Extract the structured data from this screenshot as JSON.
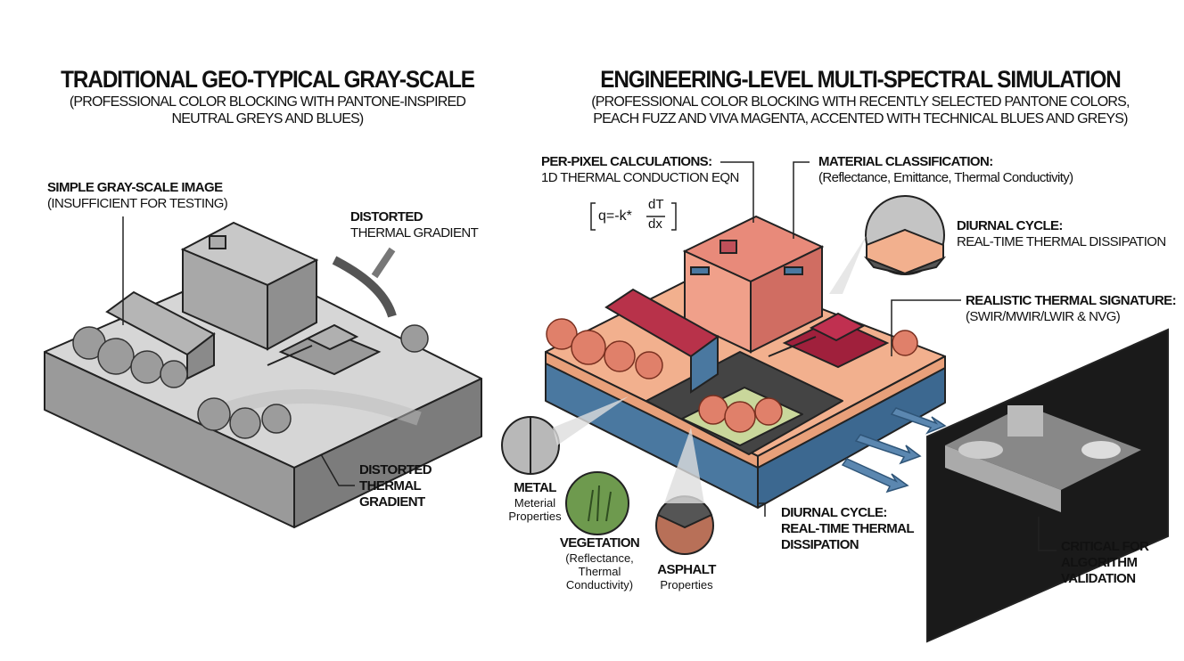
{
  "left": {
    "title": "TRADITIONAL GEO-TYPICAL GRAY-SCALE",
    "subtitle_1": "(PROFESSIONAL COLOR BLOCKING WITH PANTONE-INSPIRED",
    "subtitle_2": "NEUTRAL GREYS AND BLUES)",
    "callouts": {
      "simple_title": "SIMPLE GRAY-SCALE IMAGE",
      "simple_sub": "(INSUFFICIENT FOR TESTING)",
      "distorted_top_1": "DISTORTED",
      "distorted_top_2": "THERMAL GRADIENT",
      "distorted_bottom_1": "DISTORTED",
      "distorted_bottom_2": "THERMAL",
      "distorted_bottom_3": "GRADIENT"
    }
  },
  "right": {
    "title": "ENGINEERING-LEVEL MULTI-SPECTRAL SIMULATION",
    "subtitle_1": "(PROFESSIONAL COLOR BLOCKING WITH RECENTLY SELECTED PANTONE COLORS,",
    "subtitle_2": "PEACH FUZZ AND VIVA MAGENTA, ACCENTED WITH TECHNICAL BLUES AND GREYS)",
    "callouts": {
      "perpixel_title": "PER-PIXEL CALCULATIONS:",
      "perpixel_sub": "1D THERMAL CONDUCTION EQN",
      "equation_lhs": "q=-k*",
      "equation_num": "dT",
      "equation_den": "dx",
      "material_title": "MATERIAL CLASSIFICATION:",
      "material_sub": "(Reflectance, Emittance, Thermal Conductivity)",
      "diurnal_top_title": "DIURNAL CYCLE:",
      "diurnal_top_sub": "REAL-TIME THERMAL DISSIPATION",
      "signature_title": "REALISTIC THERMAL SIGNATURE:",
      "signature_sub": "(SWIR/MWIR/LWIR & NVG)",
      "metal_title": "METAL",
      "metal_sub_1": "Meterial",
      "metal_sub_2": "Properties",
      "veg_title": "VEGETATION",
      "veg_sub_1": "(Reflectance,",
      "veg_sub_2": "Thermal",
      "veg_sub_3": "Conductivity)",
      "asphalt_title": "ASPHALT",
      "asphalt_sub": "Properties",
      "diurnal_bottom_1": "DIURNAL CYCLE:",
      "diurnal_bottom_2": "REAL-TIME THERMAL",
      "diurnal_bottom_3": "DISSIPATION",
      "critical_1": "CRITICAL FOR",
      "critical_2": "ALGORITHM",
      "critical_3": "VALIDATION"
    }
  },
  "colors": {
    "peach": "#f2b08e",
    "magenta": "#b8324a",
    "blue": "#4a78a0",
    "grey": "#bdbdbd"
  }
}
